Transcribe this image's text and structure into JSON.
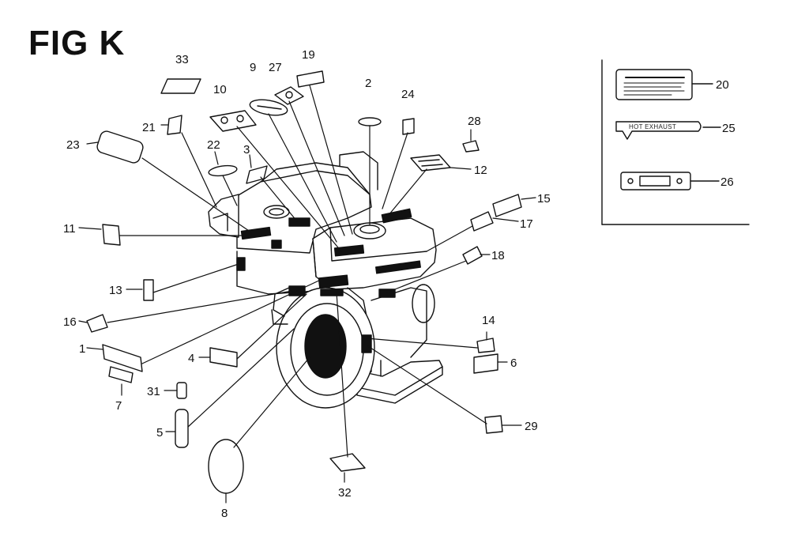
{
  "figure": {
    "title": "FIG K"
  },
  "callouts": {
    "c1": "1",
    "c2": "2",
    "c3": "3",
    "c4": "4",
    "c5": "5",
    "c6": "6",
    "c7": "7",
    "c8": "8",
    "c9": "9",
    "c10": "10",
    "c11": "11",
    "c12": "12",
    "c13": "13",
    "c14": "14",
    "c15": "15",
    "c16": "16",
    "c17": "17",
    "c18": "18",
    "c19": "19",
    "c20": "20",
    "c21": "21",
    "c22": "22",
    "c23": "23",
    "c24": "24",
    "c25": "25",
    "c26": "26",
    "c27": "27",
    "c28": "28",
    "c29": "29",
    "c31": "31",
    "c32": "32",
    "c33": "33"
  },
  "inset": {
    "hot_exhaust_label": "HOT EXHAUST"
  },
  "colors": {
    "ink": "#111111",
    "paper": "#ffffff"
  }
}
